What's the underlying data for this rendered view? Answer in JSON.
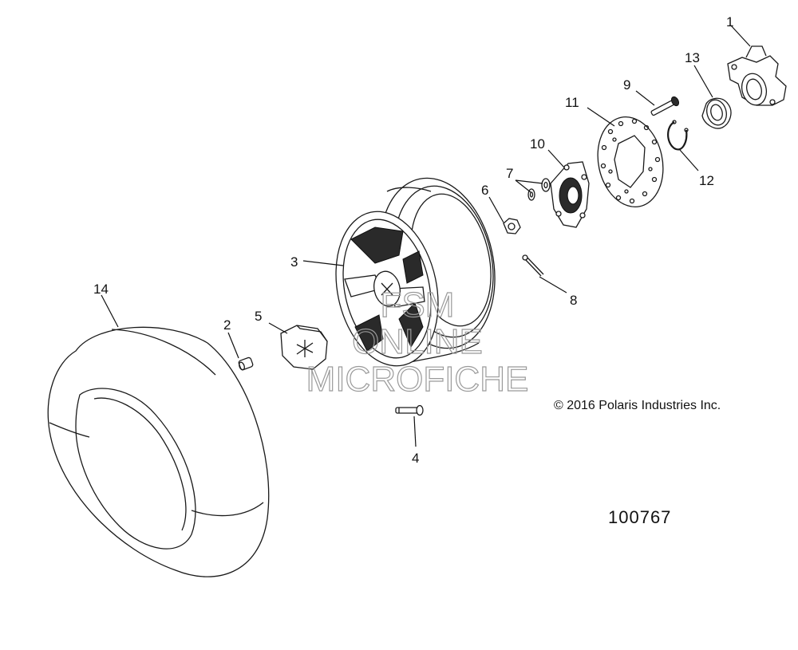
{
  "callouts": [
    {
      "id": "1",
      "text": "1"
    },
    {
      "id": "2",
      "text": "2"
    },
    {
      "id": "3",
      "text": "3"
    },
    {
      "id": "4",
      "text": "4"
    },
    {
      "id": "5",
      "text": "5"
    },
    {
      "id": "6",
      "text": "6"
    },
    {
      "id": "7",
      "text": "7"
    },
    {
      "id": "8",
      "text": "8"
    },
    {
      "id": "9",
      "text": "9"
    },
    {
      "id": "10",
      "text": "10"
    },
    {
      "id": "11",
      "text": "11"
    },
    {
      "id": "12",
      "text": "12"
    },
    {
      "id": "13",
      "text": "13"
    },
    {
      "id": "14",
      "text": "14"
    }
  ],
  "copyright": "© 2016 Polaris Industries Inc.",
  "figure_number": "100767",
  "watermark": {
    "line1": "FSM",
    "line2": "ONLINE",
    "line3": "MICROFICHE"
  }
}
